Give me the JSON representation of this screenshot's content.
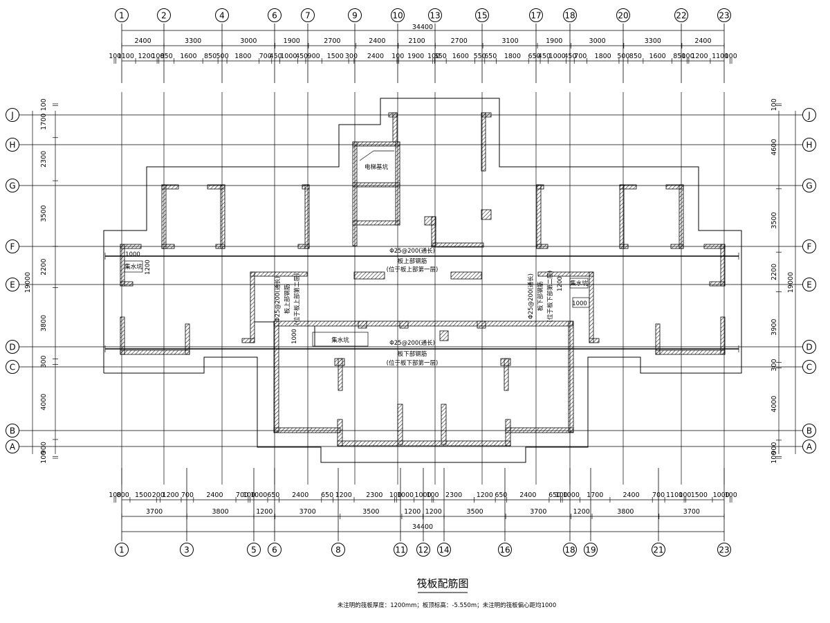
{
  "axes": {
    "top": [
      "1",
      "2",
      "4",
      "6",
      "7",
      "9",
      "10",
      "13",
      "15",
      "17",
      "18",
      "20",
      "22",
      "23"
    ],
    "bottom": [
      "1",
      "3",
      "5",
      "6",
      "8",
      "11",
      "12",
      "14",
      "16",
      "18",
      "19",
      "21",
      "23"
    ],
    "rows": [
      "J",
      "H",
      "G",
      "F",
      "E",
      "D",
      "C",
      "B",
      "A"
    ]
  },
  "dims": {
    "top_total": "34400",
    "top_row1": [
      "2400",
      "3300",
      "3000",
      "1900",
      "2700",
      "2400",
      "2100",
      "2700",
      "3100",
      "1900",
      "3000",
      "3300",
      "2400"
    ],
    "top_row2": [
      "100",
      "1100",
      "1200",
      "100",
      "850",
      "1600",
      "850",
      "500",
      "1800",
      "700",
      "450",
      "1000",
      "450",
      "900",
      "1500",
      "300",
      "2400",
      "100",
      "1900",
      "100",
      "650",
      "1600",
      "550",
      "650",
      "1800",
      "650",
      "450",
      "1000",
      "450",
      "700",
      "1800",
      "500",
      "850",
      "1600",
      "850",
      "100",
      "1200",
      "1100",
      "100"
    ],
    "bottom_row1": [
      "100",
      "800",
      "1500",
      "200",
      "1200",
      "700",
      "2400",
      "700",
      "100",
      "1000",
      "650",
      "2400",
      "650",
      "1200",
      "2300",
      "100",
      "1000",
      "1000",
      "100",
      "2300",
      "1200",
      "650",
      "2400",
      "650",
      "100",
      "1000",
      "1700",
      "2400",
      "700",
      "1100",
      "100",
      "1500",
      "1000",
      "100"
    ],
    "bottom_row2": [
      "3700",
      "3800",
      "1200",
      "3700",
      "3500",
      "1200",
      "1200",
      "3500",
      "3700",
      "1200",
      "3800",
      "3700"
    ],
    "bottom_total": "34400",
    "left": [
      "100",
      "1700",
      "2300",
      "3500",
      "2200",
      "3800",
      "300",
      "4000",
      "900",
      "100"
    ],
    "left_total": "19000",
    "right": [
      "100",
      "4600",
      "3500",
      "2200",
      "3900",
      "300",
      "4000",
      "900",
      "100"
    ],
    "right_total": "19000"
  },
  "notes": {
    "top_rebar": "Φ25@200(通长)",
    "top_rebar_sub": "板上部钢筋",
    "top_rebar_loc": "(位于板上部第一层)",
    "bot_rebar": "Φ25@200(通长)",
    "bot_rebar_sub": "板下部钢筋",
    "bot_rebar_loc": "(位于板下部第一层)",
    "left_vert": "Φ25@200(通长)",
    "left_vert_sub": "板上部钢筋",
    "left_vert_loc": "(位于板上部第二层)",
    "right_vert": "Φ25@200(通长)",
    "right_vert_sub": "板下部钢筋",
    "right_vert_loc": "(位于板下部第二层)",
    "elevator": "电梯基坑",
    "sump_left": "集水坑",
    "sump_right": "集水坑",
    "pit_mid": "集水坑",
    "dim_1000_l": "1000",
    "dim_1200_l": "1200",
    "dim_1000_r": "1000",
    "dim_1200_r": "1200",
    "dim_1000_m": "1000"
  },
  "title": "筏板配筋图",
  "footnote": "未注明的筏板厚度：1200mm；板顶标高：-5.550m；未注明的筏板偏心距均1000"
}
